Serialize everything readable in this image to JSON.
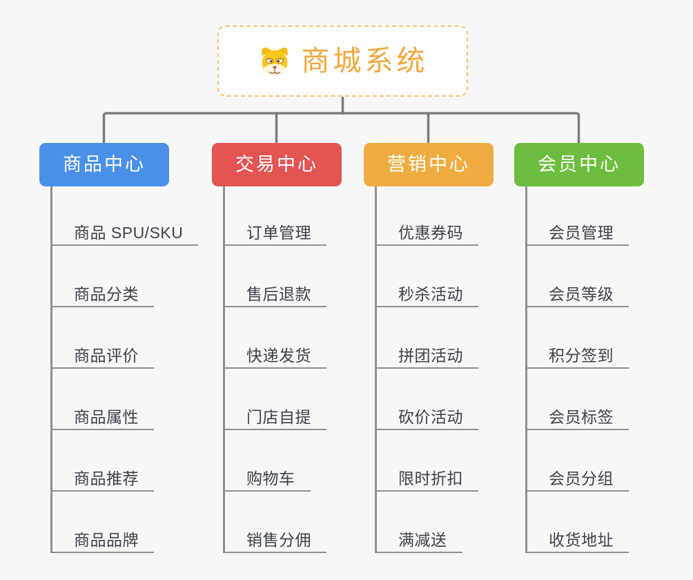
{
  "root": {
    "title": "商城系统",
    "icon": "dog-face-icon"
  },
  "branches": [
    {
      "label": "商品中心",
      "color": "#4B90E8",
      "children": [
        "商品 SPU/SKU",
        "商品分类",
        "商品评价",
        "商品属性",
        "商品推荐",
        "商品品牌"
      ]
    },
    {
      "label": "交易中心",
      "color": "#E25553",
      "children": [
        "订单管理",
        "售后退款",
        "快递发货",
        "门店自提",
        "购物车",
        "销售分佣"
      ]
    },
    {
      "label": "营销中心",
      "color": "#EFAD41",
      "children": [
        "优惠券码",
        "秒杀活动",
        "拼团活动",
        "砍价活动",
        "限时折扣",
        "满减送"
      ]
    },
    {
      "label": "会员中心",
      "color": "#6DBE3F",
      "children": [
        "会员管理",
        "会员等级",
        "积分签到",
        "会员标签",
        "会员分组",
        "收货地址"
      ]
    }
  ],
  "colors": {
    "background": "#F7F7F8",
    "connector": "#7C7C7C",
    "underline": "#8F8F8F",
    "root_border": "#F6C16C",
    "root_text": "#F0A83E",
    "branch_text": "#FFFFFF",
    "leaf_text": "#3C414B"
  }
}
